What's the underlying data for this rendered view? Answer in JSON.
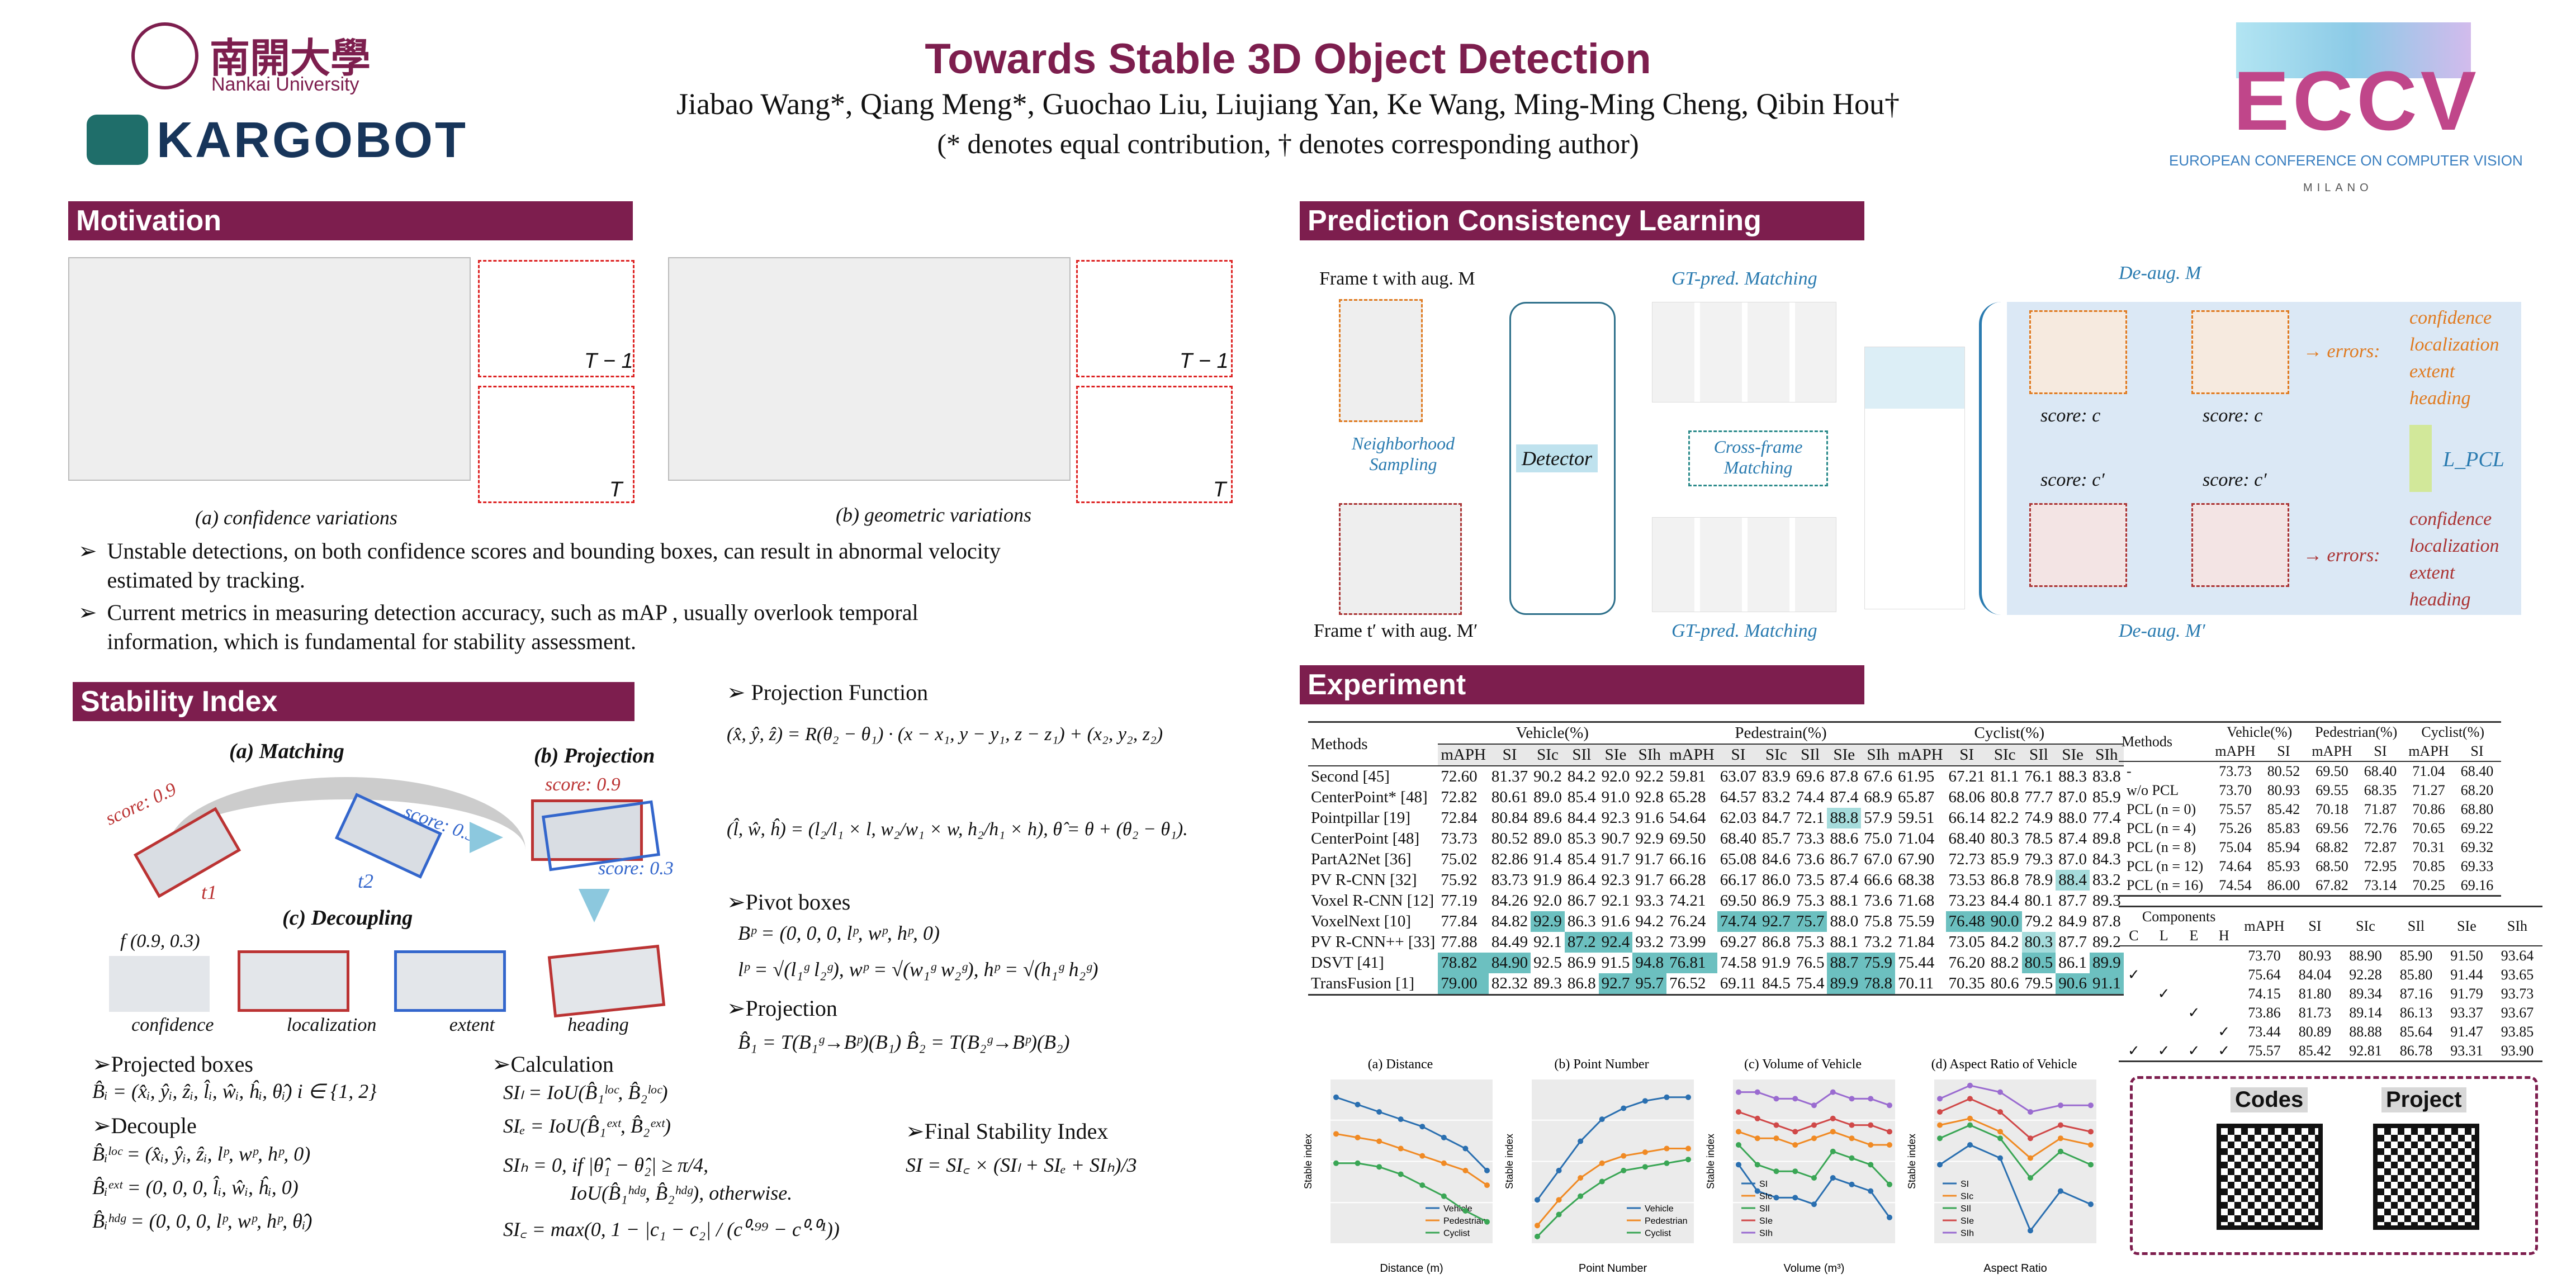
{
  "header": {
    "title": "Towards Stable 3D Object Detection",
    "authors": "Jiabao Wang*, Qiang Meng*, Guochao Liu, Liujiang Yan, Ke Wang, Ming-Ming Cheng, Qibin Hou†",
    "note": "(* denotes equal contribution, † denotes corresponding author)",
    "nankai_cn": "南開大學",
    "nankai_en": "Nankai University",
    "kargobot": "KARGOBOT",
    "eccv": "ECCV",
    "eccv_sub": "EUROPEAN CONFERENCE ON COMPUTER VISION",
    "eccv_city": "MILANO"
  },
  "motivation": {
    "heading": "Motivation",
    "cap_a": "(a) confidence variations",
    "cap_b": "(b) geometric variations",
    "tm1": "T − 1",
    "t": "T",
    "bullets": [
      "Unstable detections, on both confidence scores and bounding boxes, can result in abnormal velocity estimated by tracking.",
      "Current metrics in measuring detection accuracy, such as mAP , usually overlook temporal information, which is fundamental for stability assessment."
    ]
  },
  "stability": {
    "heading": "Stability Index",
    "matching": "(a) Matching",
    "projection": "(b) Projection",
    "decoupling": "(c) Decoupling",
    "score09": "score: 0.9",
    "score03": "score: 0.3",
    "t1": "t1",
    "t2": "t2",
    "f": "f (0.9, 0.3)",
    "labels": [
      "confidence",
      "localization",
      "extent",
      "heading"
    ],
    "proj_func": "Projection Function",
    "pivot": "Pivot boxes",
    "projection2": "Projection",
    "projected": "Projected boxes",
    "decouple": "Decouple",
    "calc": "Calculation",
    "final": "Final Stability Index",
    "eq_proj1": "(x̂, ŷ, ẑ) = R(θ₂ − θ₁) · (x − x₁, y − y₁, z − z₁) + (x₂, y₂, z₂)",
    "eq_proj2": "(l̂, ŵ, ĥ) = (l₂/l₁ × l, w₂/w₁ × w, h₂/h₁ × h),   θ̂ = θ + (θ₂ − θ₁).",
    "eq_piv1": "Bᵖ = (0, 0, 0, lᵖ, wᵖ, hᵖ, 0)",
    "eq_piv2": "lᵖ = √(l₁ᵍ l₂ᵍ),  wᵖ = √(w₁ᵍ w₂ᵍ),  hᵖ = √(h₁ᵍ h₂ᵍ)",
    "eq_prj": "B̂₁ = T(B₁ᵍ→Bᵖ)(B₁)     B̂₂ = T(B₂ᵍ→Bᵖ)(B₂)",
    "eq_pb": "B̂ᵢ = (x̂ᵢ, ŷᵢ, ẑᵢ, l̂ᵢ, ŵᵢ, ĥᵢ, θ̂ᵢ)   i ∈ {1, 2}",
    "eq_d1": "B̂ᵢˡᵒᶜ = (x̂ᵢ, ŷᵢ, ẑᵢ, lᵖ, wᵖ, hᵖ, 0)",
    "eq_d2": "B̂ᵢᵉˣᵗ = (0, 0, 0, l̂ᵢ, ŵᵢ, ĥᵢ, 0)",
    "eq_d3": "B̂ᵢʰᵈᵍ = (0, 0, 0, lᵖ, wᵖ, hᵖ, θ̂ᵢ)",
    "eq_c1": "SIₗ = IoU(B̂₁ˡᵒᶜ, B̂₂ˡᵒᶜ)",
    "eq_c2": "SIₑ = IoU(B̂₁ᵉˣᵗ, B̂₂ᵉˣᵗ)",
    "eq_c3a": "SIₕ = 0,   if |θ̂₁ − θ̂₂| ≥ π/4,",
    "eq_c3b": "IoU(B̂₁ʰᵈᵍ, B̂₂ʰᵈᵍ),  otherwise.",
    "eq_c4": "SI꜀ = max(0, 1 − |c₁ − c₂| / (c⁰·⁹⁹ − c⁰·⁰¹))",
    "eq_final": "SI = SI꜀ × (SIₗ + SIₑ + SIₕ)/3"
  },
  "pcl": {
    "heading": "Prediction Consistency Learning",
    "frame_t": "Frame t with aug. M",
    "frame_t2": "Frame t′ with aug. M′",
    "neigh": "Neighborhood Sampling",
    "detector": "Detector",
    "gt1": "GT-pred. Matching",
    "gt2": "GT-pred. Matching",
    "cross": "Cross-frame Matching",
    "deaug1": "De-aug. M",
    "deaug2": "De-aug. M′",
    "score_c": "score: c",
    "score_c2": "score: c′",
    "errors": "errors:",
    "err_items": [
      "confidence",
      "localization",
      "extent",
      "heading"
    ],
    "lpcl": "L_PCL"
  },
  "experiment": {
    "heading": "Experiment",
    "t1_head": [
      "Methods",
      "Vehicle(%)",
      "Pedestrain(%)",
      "Cyclist(%)"
    ],
    "t1_sub": [
      "mAPH",
      "SI",
      "SIc",
      "SIl",
      "SIe",
      "SIh"
    ],
    "t1_rows": [
      [
        "Second [45]",
        "72.60",
        "81.37",
        "90.2",
        "84.2",
        "92.0",
        "92.2",
        "59.81",
        "63.07",
        "83.9",
        "69.6",
        "87.8",
        "67.6",
        "61.95",
        "67.21",
        "81.1",
        "76.1",
        "88.3",
        "83.8"
      ],
      [
        "CenterPoint* [48]",
        "72.82",
        "80.61",
        "89.0",
        "85.4",
        "91.0",
        "92.8",
        "65.28",
        "64.57",
        "83.2",
        "74.4",
        "87.4",
        "68.9",
        "65.87",
        "68.06",
        "80.8",
        "77.7",
        "87.0",
        "85.9"
      ],
      [
        "Pointpillar [19]",
        "72.84",
        "80.84",
        "89.6",
        "84.4",
        "92.3",
        "91.6",
        "54.64",
        "62.03",
        "84.7",
        "72.1",
        "88.8",
        "57.9",
        "59.51",
        "66.14",
        "82.2",
        "74.9",
        "88.0",
        "77.4"
      ],
      [
        "CenterPoint [48]",
        "73.73",
        "80.52",
        "89.0",
        "85.3",
        "90.7",
        "92.9",
        "69.50",
        "68.40",
        "85.7",
        "73.3",
        "88.6",
        "75.0",
        "71.04",
        "68.40",
        "80.3",
        "78.5",
        "87.4",
        "89.8"
      ],
      [
        "PartA2Net [36]",
        "75.02",
        "82.86",
        "91.4",
        "85.4",
        "91.7",
        "91.7",
        "66.16",
        "65.08",
        "84.6",
        "73.6",
        "86.7",
        "67.0",
        "67.90",
        "72.73",
        "85.9",
        "79.3",
        "87.0",
        "84.3"
      ],
      [
        "PV R-CNN [32]",
        "75.92",
        "83.73",
        "91.9",
        "86.4",
        "92.3",
        "91.7",
        "66.28",
        "66.17",
        "86.0",
        "73.5",
        "87.4",
        "66.6",
        "68.38",
        "73.53",
        "86.8",
        "78.9",
        "88.4",
        "83.2"
      ],
      [
        "Voxel R-CNN [12]",
        "77.19",
        "84.26",
        "92.0",
        "86.7",
        "92.1",
        "93.3",
        "74.21",
        "69.50",
        "86.9",
        "75.3",
        "88.1",
        "73.6",
        "71.68",
        "73.23",
        "84.4",
        "80.1",
        "87.7",
        "89.3"
      ],
      [
        "VoxelNext [10]",
        "77.84",
        "84.82",
        "92.9",
        "86.3",
        "91.6",
        "94.2",
        "76.24",
        "74.74",
        "92.7",
        "75.7",
        "88.0",
        "75.8",
        "75.59",
        "76.48",
        "90.0",
        "79.2",
        "84.9",
        "87.8"
      ],
      [
        "PV R-CNN++ [33]",
        "77.88",
        "84.49",
        "92.1",
        "87.2",
        "92.4",
        "93.2",
        "73.99",
        "69.27",
        "86.8",
        "75.3",
        "88.1",
        "73.2",
        "71.84",
        "73.05",
        "84.2",
        "80.3",
        "87.7",
        "89.2"
      ],
      [
        "DSVT [41]",
        "78.82",
        "84.90",
        "92.5",
        "86.9",
        "91.5",
        "94.8",
        "76.81",
        "74.58",
        "91.9",
        "76.5",
        "88.7",
        "75.9",
        "75.44",
        "76.20",
        "88.2",
        "80.5",
        "86.1",
        "89.9"
      ],
      [
        "TransFusion [1]",
        "79.00",
        "82.32",
        "89.3",
        "86.8",
        "92.7",
        "95.7",
        "76.52",
        "69.11",
        "84.5",
        "75.4",
        "89.9",
        "78.8",
        "70.11",
        "70.35",
        "80.6",
        "79.5",
        "90.6",
        "91.1"
      ]
    ],
    "t2_head": [
      "Methods",
      "Vehicle(%)",
      "Pedestrian(%)",
      "Cyclist(%)"
    ],
    "t2_sub": [
      "mAPH",
      "SI"
    ],
    "t2_rows": [
      [
        "-",
        "73.73",
        "80.52",
        "69.50",
        "68.40",
        "71.04",
        "68.40"
      ],
      [
        "w/o PCL",
        "73.70",
        "80.93",
        "69.55",
        "68.35",
        "71.27",
        "68.20"
      ],
      [
        "PCL (n = 0)",
        "75.57",
        "85.42",
        "70.18",
        "71.87",
        "70.86",
        "68.80"
      ],
      [
        "PCL (n = 4)",
        "75.26",
        "85.83",
        "69.56",
        "72.76",
        "70.65",
        "69.22"
      ],
      [
        "PCL (n = 8)",
        "75.04",
        "85.94",
        "68.82",
        "72.87",
        "70.31",
        "69.32"
      ],
      [
        "PCL (n = 12)",
        "74.64",
        "85.93",
        "68.50",
        "72.95",
        "70.85",
        "69.33"
      ],
      [
        "PCL (n = 16)",
        "74.54",
        "86.00",
        "67.82",
        "73.14",
        "70.25",
        "69.16"
      ]
    ],
    "t3_head": [
      "Components",
      "mAPH",
      "SI",
      "SIc",
      "SIl",
      "SIe",
      "SIh"
    ],
    "t3_comp": [
      "C",
      "L",
      "E",
      "H"
    ],
    "t3_rows": [
      [
        "",
        "",
        "",
        "",
        "73.70",
        "80.93",
        "88.90",
        "85.90",
        "91.50",
        "93.64"
      ],
      [
        "✓",
        "",
        "",
        "",
        "75.64",
        "84.04",
        "92.28",
        "85.80",
        "91.44",
        "93.65"
      ],
      [
        "",
        "✓",
        "",
        "",
        "74.15",
        "81.80",
        "89.34",
        "87.16",
        "91.79",
        "93.73"
      ],
      [
        "",
        "",
        "✓",
        "",
        "73.86",
        "81.73",
        "89.14",
        "86.13",
        "93.37",
        "93.67"
      ],
      [
        "",
        "",
        "",
        "✓",
        "73.44",
        "80.89",
        "88.88",
        "85.64",
        "91.47",
        "93.85"
      ],
      [
        "✓",
        "✓",
        "✓",
        "✓",
        "75.57",
        "85.42",
        "92.81",
        "86.78",
        "93.31",
        "93.90"
      ]
    ],
    "codes": "Codes",
    "project": "Project",
    "charts": [
      {
        "title": "(a) Distance",
        "xlabel": "Distance (m)",
        "ylabel": "Stable index"
      },
      {
        "title": "(b) Point Number",
        "xlabel": "Point Number",
        "ylabel": "Stable index"
      },
      {
        "title": "(c) Volume of Vehicle",
        "xlabel": "Volume (m³)",
        "ylabel": "Stable index"
      },
      {
        "title": "(d) Aspect Ratio of Vehicle",
        "xlabel": "Aspect Ratio",
        "ylabel": "Stable index"
      }
    ]
  },
  "chart_data": [
    {
      "type": "line",
      "title": "(a) Distance",
      "xlabel": "Distance (m)",
      "ylabel": "Stable index",
      "ylim": [
        0.5,
        0.95
      ],
      "series": [
        {
          "name": "Vehicle",
          "color": "#2a6fb0",
          "values": [
            0.9,
            0.88,
            0.86,
            0.84,
            0.82,
            0.79,
            0.76,
            0.7
          ]
        },
        {
          "name": "Pedestrian",
          "color": "#f08a24",
          "values": [
            0.8,
            0.79,
            0.78,
            0.76,
            0.74,
            0.72,
            0.7,
            0.66
          ]
        },
        {
          "name": "Cyclist",
          "color": "#3aa655",
          "values": [
            0.72,
            0.72,
            0.71,
            0.69,
            0.66,
            0.63,
            0.59,
            0.56
          ]
        }
      ]
    },
    {
      "type": "line",
      "title": "(b) Point Number",
      "xlabel": "Point Number",
      "ylabel": "Stable index",
      "ylim": [
        0.5,
        0.95
      ],
      "series": [
        {
          "name": "Vehicle",
          "color": "#2a6fb0",
          "values": [
            0.62,
            0.7,
            0.78,
            0.84,
            0.87,
            0.89,
            0.9,
            0.9
          ]
        },
        {
          "name": "Pedestrian",
          "color": "#f08a24",
          "values": [
            0.55,
            0.62,
            0.68,
            0.72,
            0.74,
            0.75,
            0.76,
            0.76
          ]
        },
        {
          "name": "Cyclist",
          "color": "#3aa655",
          "values": [
            0.52,
            0.58,
            0.63,
            0.67,
            0.7,
            0.71,
            0.72,
            0.73
          ]
        }
      ]
    },
    {
      "type": "line",
      "title": "(c) Volume of Vehicle",
      "xlabel": "Volume (m³)",
      "ylabel": "Stable index",
      "ylim": [
        0.7,
        0.95
      ],
      "series": [
        {
          "name": "SI",
          "color": "#2a6fb0",
          "values": [
            0.82,
            0.78,
            0.77,
            0.77,
            0.76,
            0.8,
            0.79,
            0.78,
            0.74
          ]
        },
        {
          "name": "SIc",
          "color": "#f08a24",
          "values": [
            0.87,
            0.86,
            0.86,
            0.85,
            0.86,
            0.87,
            0.86,
            0.85,
            0.85
          ]
        },
        {
          "name": "SIl",
          "color": "#3aa655",
          "values": [
            0.85,
            0.82,
            0.81,
            0.81,
            0.8,
            0.84,
            0.83,
            0.82,
            0.79
          ]
        },
        {
          "name": "SIe",
          "color": "#d04848",
          "values": [
            0.9,
            0.89,
            0.88,
            0.87,
            0.88,
            0.89,
            0.88,
            0.88,
            0.87
          ]
        },
        {
          "name": "SIh",
          "color": "#9a6bd0",
          "values": [
            0.93,
            0.93,
            0.92,
            0.92,
            0.91,
            0.93,
            0.92,
            0.92,
            0.91
          ]
        }
      ]
    },
    {
      "type": "line",
      "title": "(d) Aspect Ratio of Vehicle",
      "xlabel": "Aspect Ratio",
      "ylabel": "Stable index",
      "ylim": [
        0.7,
        0.95
      ],
      "series": [
        {
          "name": "SI",
          "color": "#2a6fb0",
          "values": [
            0.82,
            0.85,
            0.83,
            0.72,
            0.78,
            0.76
          ]
        },
        {
          "name": "SIc",
          "color": "#f08a24",
          "values": [
            0.88,
            0.89,
            0.87,
            0.83,
            0.86,
            0.85
          ]
        },
        {
          "name": "SIl",
          "color": "#3aa655",
          "values": [
            0.86,
            0.88,
            0.86,
            0.8,
            0.84,
            0.82
          ]
        },
        {
          "name": "SIe",
          "color": "#d04848",
          "values": [
            0.9,
            0.92,
            0.9,
            0.86,
            0.88,
            0.87
          ]
        },
        {
          "name": "SIh",
          "color": "#9a6bd0",
          "values": [
            0.92,
            0.94,
            0.93,
            0.9,
            0.91,
            0.91
          ]
        }
      ]
    }
  ]
}
